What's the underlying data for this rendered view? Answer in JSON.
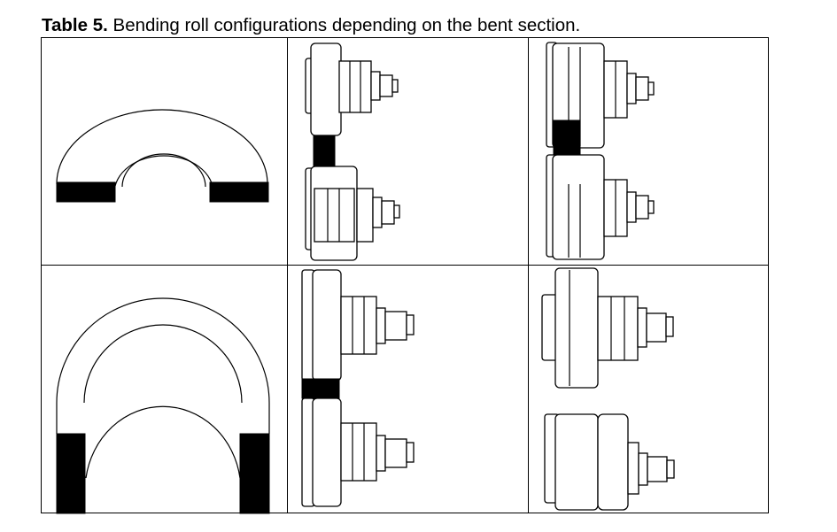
{
  "caption": {
    "label": "Table 5.",
    "text": "Bending roll configurations depending on the bent section."
  },
  "figure": {
    "rows": [
      {
        "section": "profile-section-1",
        "roll_views": [
          "roll-setup-1a",
          "roll-setup-1b"
        ]
      },
      {
        "section": "profile-section-2",
        "roll_views": [
          "roll-setup-2a",
          "roll-setup-2b"
        ]
      }
    ]
  }
}
